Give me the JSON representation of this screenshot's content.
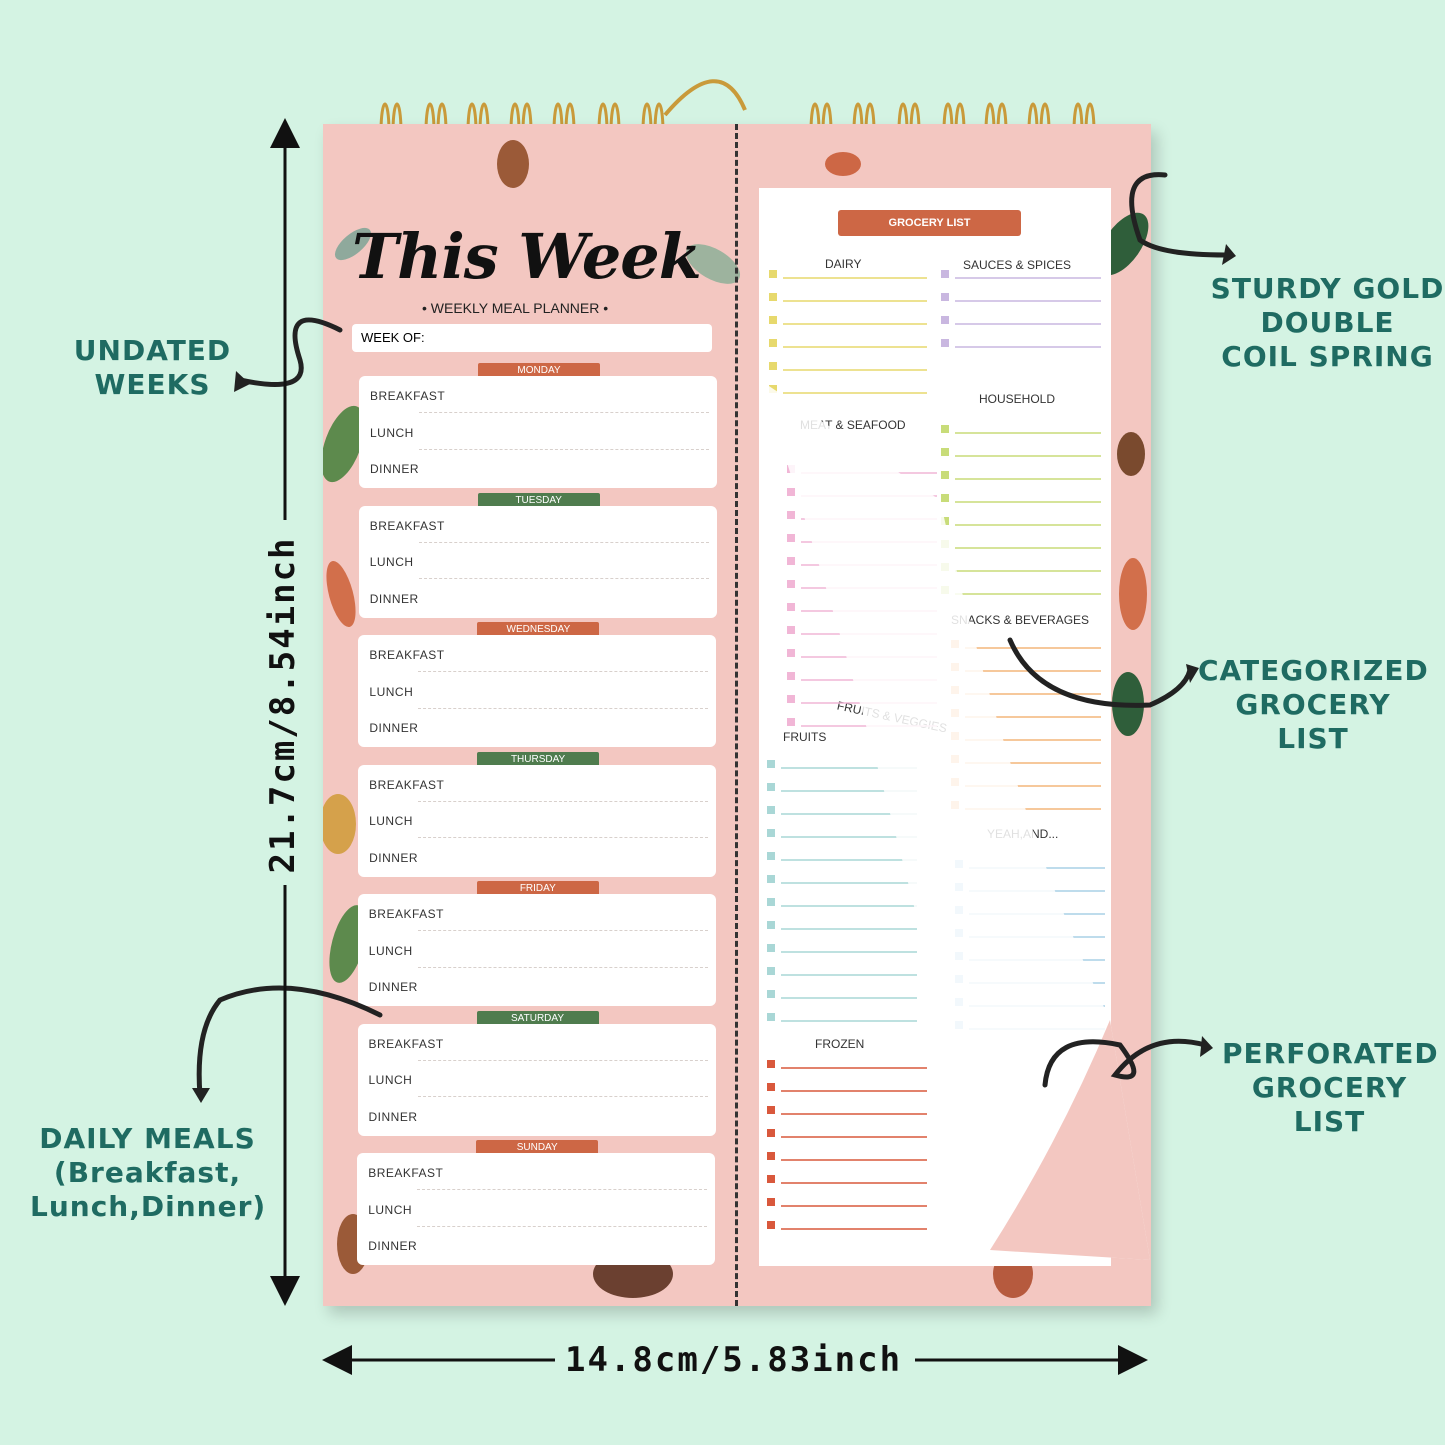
{
  "planner": {
    "title": "This Week",
    "subtitle": "• WEEKLY MEAL PLANNER •",
    "week_of_label": "WEEK OF:",
    "meals": [
      "BREAKFAST",
      "LUNCH",
      "DINNER"
    ],
    "days": [
      {
        "name": "MONDAY",
        "color": "#cd6745"
      },
      {
        "name": "TUESDAY",
        "color": "#4f7c4e"
      },
      {
        "name": "WEDNESDAY",
        "color": "#cd6745"
      },
      {
        "name": "THURSDAY",
        "color": "#4f7c4e"
      },
      {
        "name": "FRIDAY",
        "color": "#cd6745"
      },
      {
        "name": "SATURDAY",
        "color": "#4f7c4e"
      },
      {
        "name": "SUNDAY",
        "color": "#cd6745"
      }
    ]
  },
  "grocery": {
    "title": "GROCERY LIST",
    "categories": {
      "dairy": "DAIRY",
      "sauces": "SAUCES & SPICES",
      "household": "HOUSEHOLD",
      "meat": "MEAT & SEAFOOD",
      "snacks": "SNACKS & BEVERAGES",
      "fruits": "FRUITS",
      "fruits_veggies": "FRUITS & VEGGIES",
      "yeah": "YEAH,AND...",
      "frozen": "FROZEN"
    }
  },
  "callouts": {
    "undated": [
      "UNDATED",
      "WEEKS"
    ],
    "coil": [
      "STURDY GOLD",
      "DOUBLE",
      "COIL SPRING"
    ],
    "categorized": [
      "CATEGORIZED",
      "GROCERY",
      "LIST"
    ],
    "perforated": [
      "PERFORATED",
      "GROCERY",
      "LIST"
    ],
    "daily": [
      "DAILY MEALS",
      "(Breakfast,",
      "Lunch,Dinner)"
    ]
  },
  "dimensions": {
    "height": "21.7cm/8.54inch",
    "width": "14.8cm/5.83inch"
  },
  "colors": {
    "background": "#d4f3e3",
    "page": "#f3c7c1",
    "callout_text": "#1f6b62",
    "accent_orange": "#cd6745",
    "accent_green": "#4f7c4e"
  }
}
